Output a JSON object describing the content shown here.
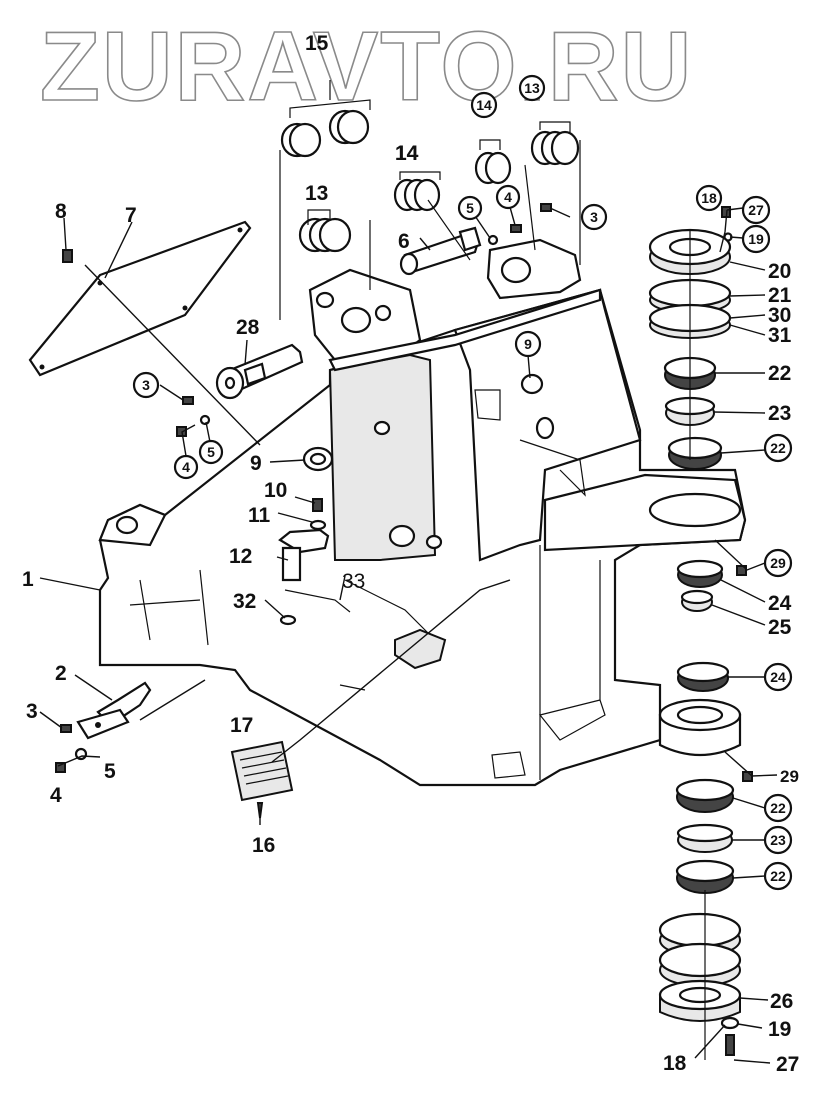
{
  "watermark": "ZURAVTO.RU",
  "callouts": {
    "p1": "1",
    "p2": "2",
    "p3a": "3",
    "p3b": "3",
    "p3c": "3",
    "p4a": "4",
    "p4b": "4",
    "p4c": "4",
    "p5a": "5",
    "p5b": "5",
    "p5c": "5",
    "p6": "6",
    "p7": "7",
    "p8": "8",
    "p9a": "9",
    "p9b": "9",
    "p10": "10",
    "p11": "11",
    "p12": "12",
    "p13a": "13",
    "p13b": "13",
    "p14a": "14",
    "p14b": "14",
    "p15": "15",
    "p16": "16",
    "p17": "17",
    "p18a": "18",
    "p18b": "18",
    "p19a": "19",
    "p19b": "19",
    "p20": "20",
    "p21": "21",
    "p22a": "22",
    "p22b": "22",
    "p22c": "22",
    "p22d": "22",
    "p23a": "23",
    "p23b": "23",
    "p24a": "24",
    "p24b": "24",
    "p25": "25",
    "p26": "26",
    "p27a": "27",
    "p27b": "27",
    "p28": "28",
    "p29a": "29",
    "p29b": "29",
    "p30": "30",
    "p31": "31",
    "p32": "32",
    "p33": "33"
  }
}
